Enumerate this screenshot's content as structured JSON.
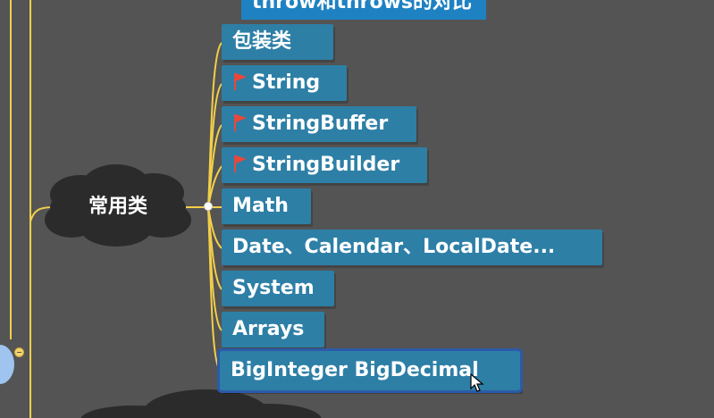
{
  "top_node": {
    "label": "throw和throws的对比"
  },
  "central_topic": {
    "label": "常用类"
  },
  "subtopics": [
    {
      "label": "包装类",
      "flag": false
    },
    {
      "label": "String",
      "flag": true
    },
    {
      "label": "StringBuffer",
      "flag": true
    },
    {
      "label": "StringBuilder",
      "flag": true
    },
    {
      "label": "Math",
      "flag": false
    },
    {
      "label": "Date、Calendar、LocalDate...",
      "flag": false
    },
    {
      "label": "System",
      "flag": false
    },
    {
      "label": "Arrays",
      "flag": false
    },
    {
      "label": "BigInteger BigDecimal",
      "flag": false,
      "selected": true
    }
  ],
  "colors": {
    "background": "#545454",
    "node": "#2d7fa6",
    "connector": "#f2cf4a",
    "cloud": "#2b2b2b",
    "flag": "#e8483c",
    "selection": "#2c5aa8"
  }
}
